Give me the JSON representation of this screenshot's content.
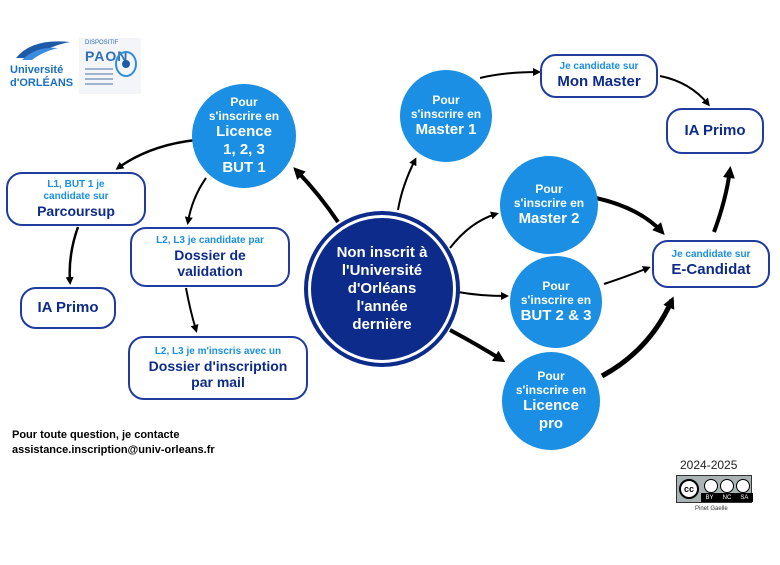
{
  "logos": {
    "univ_line1": "Université",
    "univ_line2": "d'ORLÉANS",
    "paon_top": "DISPOSITIF",
    "paon_name": "PAON"
  },
  "center": {
    "line1": "Non inscrit à",
    "line2": "l'Université",
    "line3": "d'Orléans",
    "line4": "l'année",
    "line5": "dernière"
  },
  "licence": {
    "small1": "Pour",
    "small2": "s'inscrire en",
    "big1": "Licence",
    "big2": "1, 2, 3",
    "big3": "BUT 1"
  },
  "parcoursup": {
    "small1": "L1, BUT 1 je",
    "small2": "candidate sur",
    "big": "Parcoursup"
  },
  "ia_primo_left": {
    "label": "IA Primo"
  },
  "dossier_validation": {
    "small": "L2, L3 je candidate par",
    "big1": "Dossier de",
    "big2": "validation"
  },
  "dossier_inscription": {
    "small": "L2, L3 je m'inscris avec un",
    "big1": "Dossier d'inscription",
    "big2": "par mail"
  },
  "master1": {
    "small1": "Pour",
    "small2": "s'inscrire en",
    "big": "Master 1"
  },
  "mon_master": {
    "small": "Je candidate sur",
    "big": "Mon Master"
  },
  "ia_primo_right": {
    "label": "IA Primo"
  },
  "master2": {
    "small1": "Pour",
    "small2": "s'inscrire en",
    "big": "Master 2"
  },
  "but23": {
    "small1": "Pour",
    "small2": "s'inscrire en",
    "big": "BUT 2 & 3"
  },
  "licence_pro": {
    "small1": "Pour",
    "small2": "s'inscrire en",
    "big1": "Licence",
    "big2": "pro"
  },
  "ecandidat": {
    "small": "Je candidate sur",
    "big": "E-Candidat"
  },
  "contact": {
    "line1": "Pour toute question, je contacte",
    "line2": "assistance.inscription@univ-orleans.fr"
  },
  "footer": {
    "year": "2024-2025",
    "cc_labels": [
      "BY",
      "NC",
      "SA"
    ],
    "author": "Pinet Gaelle"
  },
  "colors": {
    "light_blue": "#1a8fe3",
    "dark_blue": "#0d2b8a",
    "border": "#1f3c9e"
  }
}
